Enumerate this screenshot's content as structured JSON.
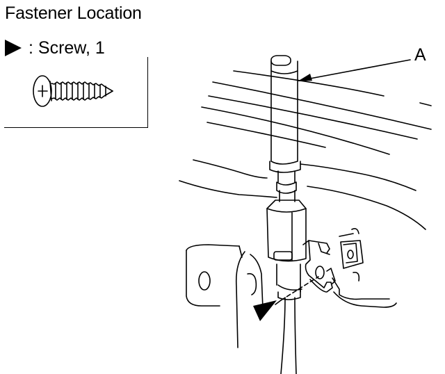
{
  "title": "Fastener Location",
  "legend": {
    "symbol": "black-triangle-icon",
    "text": ": Screw, 1"
  },
  "callouts": {
    "a": "A"
  }
}
